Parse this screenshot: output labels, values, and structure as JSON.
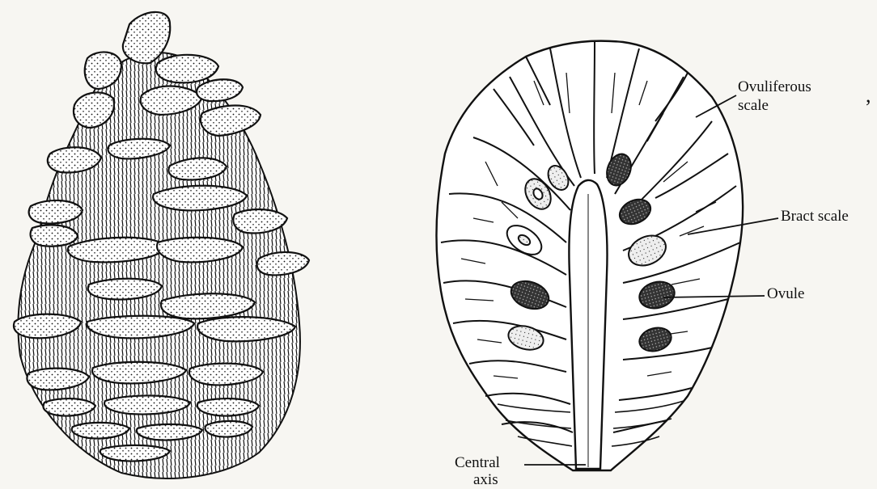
{
  "labels": {
    "ovuliferous_scale_line1": "Ovuliferous",
    "ovuliferous_scale_line2": "scale",
    "bract_scale": "Bract scale",
    "ovule": "Ovule",
    "central_axis_line1": "Central",
    "central_axis_line2": "axis",
    "stray_mark": ","
  },
  "colors": {
    "ink": "#111111",
    "paper": "#f7f6f2",
    "stipple_fill": "#ffffff"
  }
}
